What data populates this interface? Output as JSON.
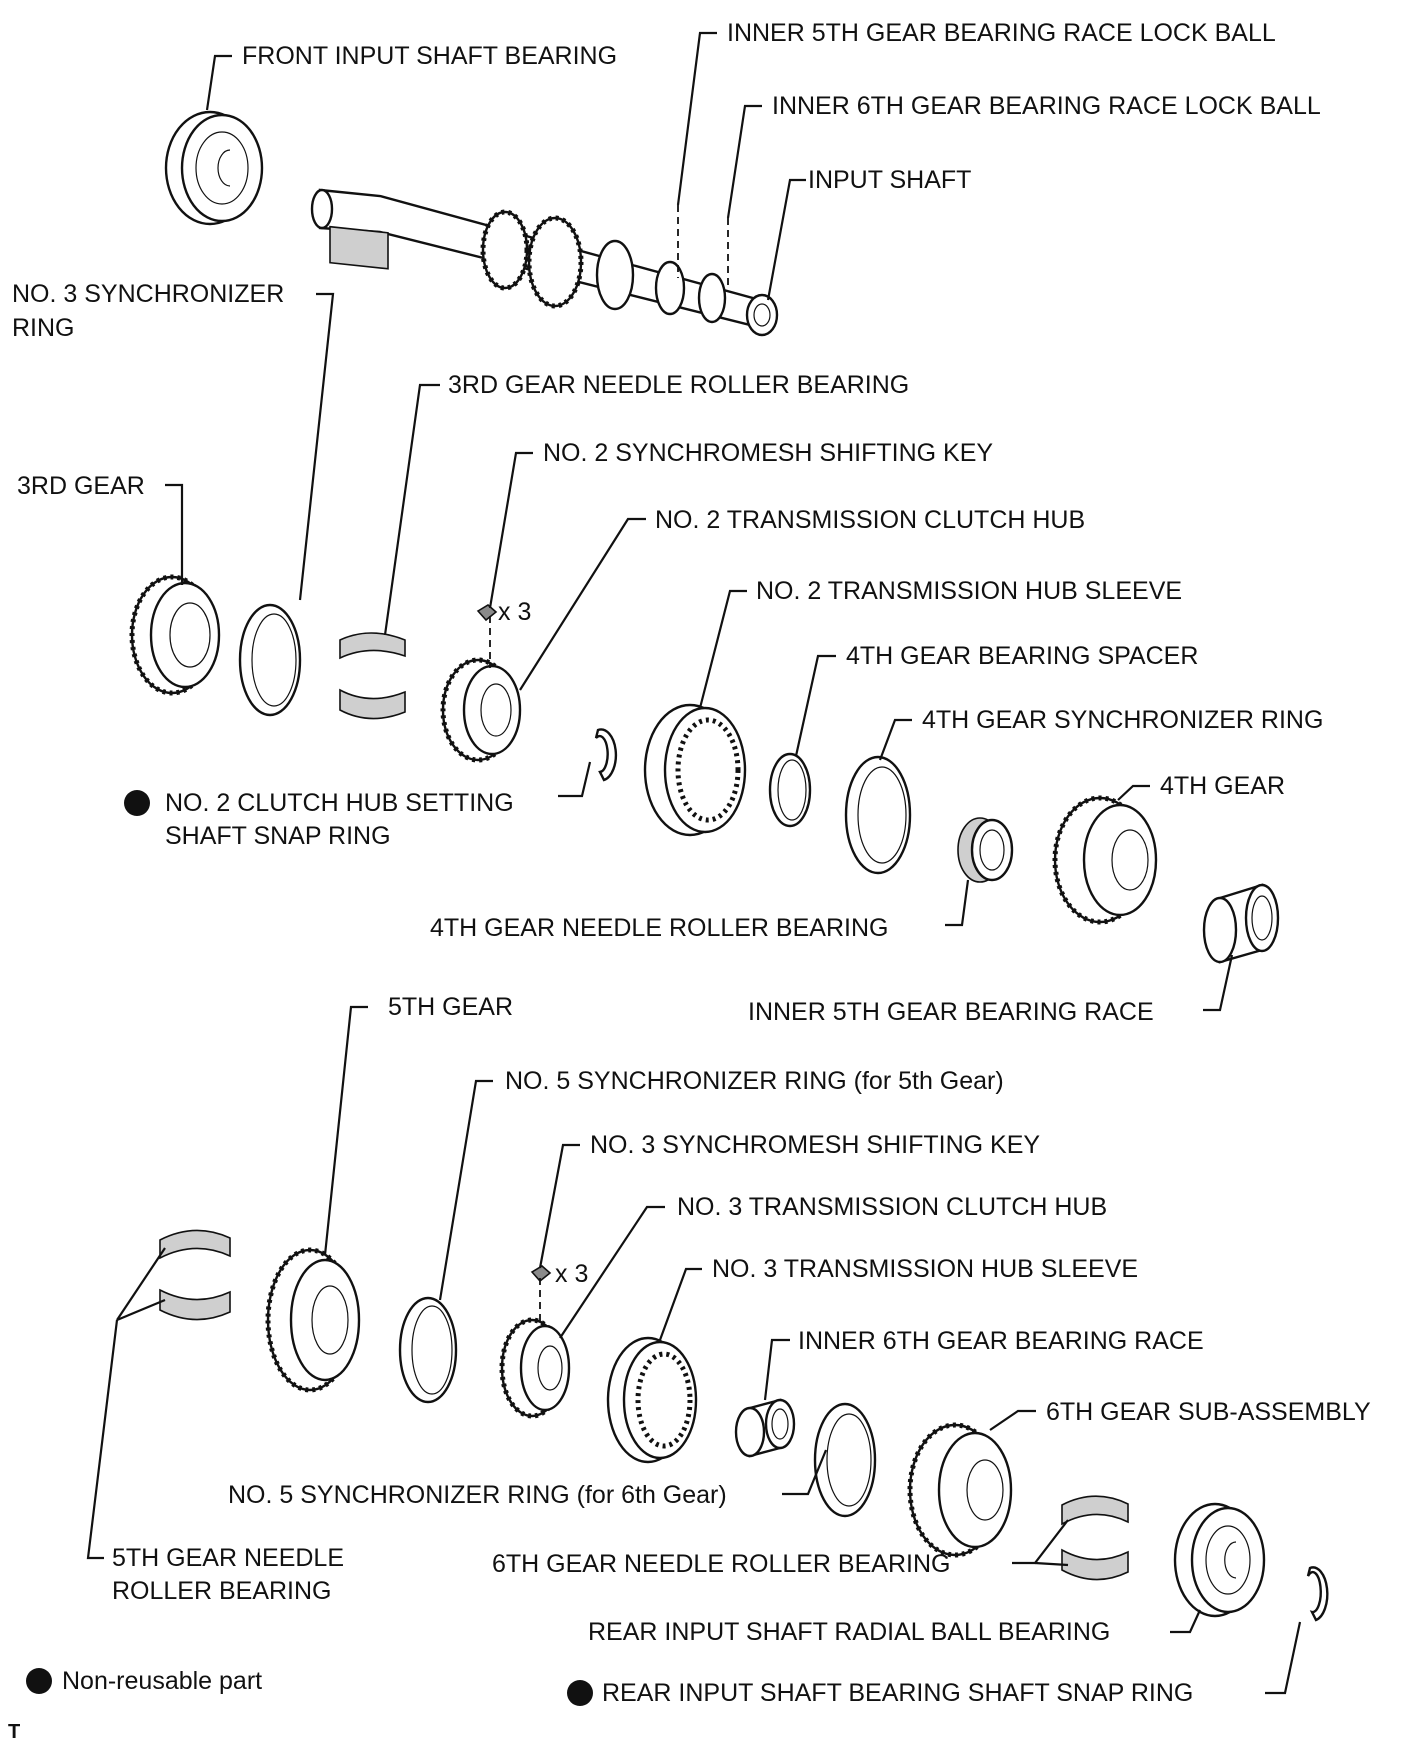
{
  "labels": {
    "front_input_shaft_bearing": "FRONT INPUT SHAFT BEARING",
    "inner_5th_lock_ball": "INNER 5TH GEAR BEARING RACE LOCK BALL",
    "inner_6th_lock_ball": "INNER 6TH GEAR BEARING RACE LOCK BALL",
    "input_shaft": "INPUT SHAFT",
    "no3_sync_ring_line1": "NO. 3 SYNCHRONIZER",
    "no3_sync_ring_line2": "RING",
    "third_gear_needle": "3RD GEAR NEEDLE ROLLER BEARING",
    "no2_shifting_key": "NO. 2 SYNCHROMESH SHIFTING KEY",
    "third_gear": "3RD GEAR",
    "no2_clutch_hub": "NO. 2 TRANSMISSION CLUTCH HUB",
    "qty_x3_a": "x 3",
    "no2_hub_sleeve": "NO. 2 TRANSMISSION HUB SLEEVE",
    "fourth_gear_spacer": "4TH GEAR BEARING SPACER",
    "fourth_gear_sync_ring": "4TH GEAR SYNCHRONIZER RING",
    "no2_snap_ring_line1": "NO. 2 CLUTCH HUB SETTING",
    "no2_snap_ring_line2": "SHAFT SNAP RING",
    "fourth_gear": "4TH GEAR",
    "fourth_gear_needle": "4TH GEAR NEEDLE ROLLER BEARING",
    "inner_5th_race": "INNER 5TH GEAR BEARING RACE",
    "fifth_gear": "5TH GEAR",
    "no5_sync_ring_5th": "NO. 5 SYNCHRONIZER RING (for 5th Gear)",
    "no3_shifting_key": "NO. 3 SYNCHROMESH SHIFTING KEY",
    "no3_clutch_hub": "NO. 3 TRANSMISSION CLUTCH HUB",
    "qty_x3_b": "x 3",
    "no3_hub_sleeve": "NO. 3 TRANSMISSION HUB SLEEVE",
    "inner_6th_race": "INNER 6TH GEAR BEARING RACE",
    "sixth_gear_sub": "6TH GEAR SUB-ASSEMBLY",
    "no5_sync_ring_6th": "NO. 5 SYNCHRONIZER RING (for 6th Gear)",
    "fifth_gear_needle_line1": "5TH GEAR NEEDLE",
    "fifth_gear_needle_line2": "ROLLER BEARING",
    "sixth_gear_needle": "6TH GEAR NEEDLE ROLLER BEARING",
    "rear_radial_bearing": "REAR INPUT SHAFT RADIAL BALL BEARING",
    "legend_non_reusable": "Non-reusable part",
    "rear_snap_ring": "REAR INPUT SHAFT BEARING SHAFT SNAP RING",
    "corner_mark": "T"
  },
  "colors": {
    "ink": "#111111",
    "part_fill": "#ffffff",
    "shade": "#cfcfcf"
  }
}
